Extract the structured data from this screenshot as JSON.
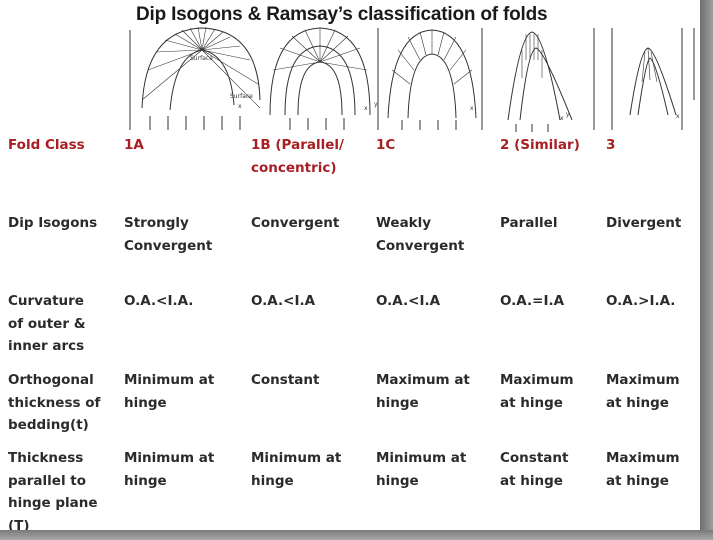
{
  "title": "Dip Isogons & Ramsay’s classification of folds",
  "figure_labels": {
    "surface_a": "Surface",
    "surface_b": "Surface",
    "x": "x",
    "y": "y"
  },
  "header_row": {
    "label": "Fold Class",
    "classes": [
      "1A",
      "1B (Parallel/\nconcentric)",
      "1C",
      "2 (Similar)",
      "3"
    ]
  },
  "rows": [
    {
      "label": "Dip Isogons",
      "values": [
        "Strongly\nConvergent",
        "Convergent",
        "Weakly\nConvergent",
        "Parallel",
        "Divergent"
      ]
    },
    {
      "label": "Curvature\nof outer &\ninner arcs",
      "values": [
        "O.A.<I.A.",
        "O.A.<I.A",
        "O.A.<I.A",
        "O.A.=I.A",
        "O.A.>I.A."
      ]
    },
    {
      "label": "Orthogonal\nthickness of\nbedding(t)",
      "values": [
        "Minimum at\nhinge",
        "Constant",
        "Maximum at\nhinge",
        "Maximum\nat hinge",
        "Maximum\nat hinge"
      ]
    },
    {
      "label": "Thickness\nparallel to\nhinge plane\n(T)",
      "values": [
        "Minimum at\nhinge",
        "Minimum at\nhinge",
        "Minimum at\nhinge",
        "Constant\nat hinge",
        "Maximum\nat hinge"
      ]
    }
  ],
  "colors": {
    "header_red": "#a81e22",
    "text": "#2b2b2b"
  }
}
